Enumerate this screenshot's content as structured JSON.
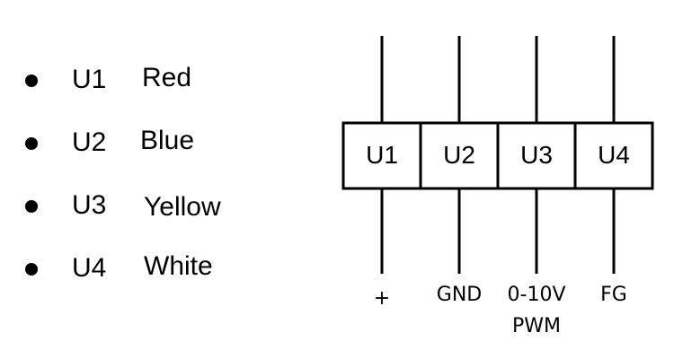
{
  "legend": {
    "items": [
      {
        "code": "U1",
        "color": "Red"
      },
      {
        "code": "U2",
        "color": "Blue"
      },
      {
        "code": "U3",
        "color": "Yellow"
      },
      {
        "code": "U4",
        "color": "White"
      }
    ]
  },
  "connector": {
    "pins": [
      {
        "label": "U1",
        "signal": "+",
        "signal2": ""
      },
      {
        "label": "U2",
        "signal": "GND",
        "signal2": ""
      },
      {
        "label": "U3",
        "signal": "0-10V",
        "signal2": "PWM"
      },
      {
        "label": "U4",
        "signal": "FG",
        "signal2": ""
      }
    ]
  }
}
